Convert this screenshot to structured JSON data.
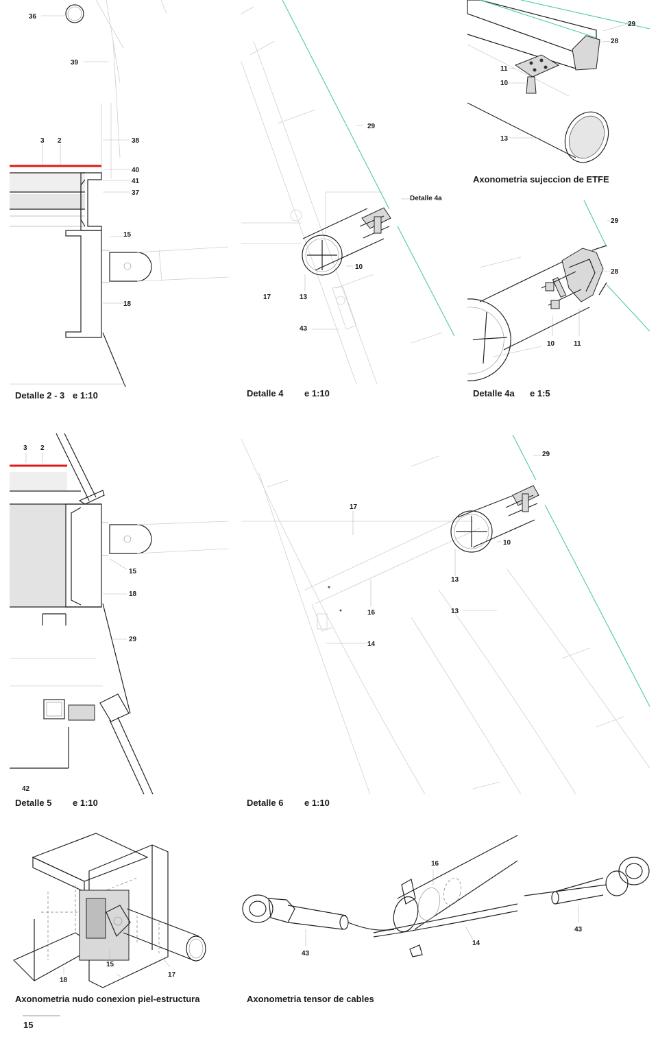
{
  "page_number": "15",
  "panels": {
    "detalle23": {
      "caption": "Detalle 2 - 3",
      "scale": "e 1:10",
      "labels": {
        "l36": "36",
        "l39": "39",
        "l3": "3",
        "l2": "2",
        "l38": "38",
        "l40": "40",
        "l41": "41",
        "l37": "37",
        "l15": "15",
        "l18": "18"
      }
    },
    "detalle4": {
      "caption": "Detalle 4",
      "scale": "e 1:10",
      "labels": {
        "l29": "29",
        "ldet4a": "Detalle 4a",
        "l10": "10",
        "l17": "17",
        "l13": "13",
        "l43": "43"
      }
    },
    "axo_etfe": {
      "caption": "Axonometria sujeccion de ETFE",
      "labels": {
        "l29": "29",
        "l28": "28",
        "l11": "11",
        "l10": "10",
        "l13": "13"
      }
    },
    "detalle4a": {
      "caption": "Detalle 4a",
      "scale": "e 1:5",
      "labels": {
        "l29": "29",
        "l28": "28",
        "l10": "10",
        "l11": "11"
      }
    },
    "detalle5": {
      "caption": "Detalle 5",
      "scale": "e 1:10",
      "labels": {
        "l3": "3",
        "l2": "2",
        "l15": "15",
        "l18": "18",
        "l29": "29",
        "l42": "42"
      }
    },
    "detalle6": {
      "caption": "Detalle 6",
      "scale": "e 1:10",
      "labels": {
        "l29": "29",
        "l17": "17",
        "l10": "10",
        "l13a": "13",
        "l16": "16",
        "l13b": "13",
        "l14": "14"
      }
    },
    "axo_nudo": {
      "caption": "Axonometria nudo conexion  piel-estructura",
      "labels": {
        "l15": "15",
        "l17": "17",
        "l18": "18"
      }
    },
    "axo_tensor": {
      "caption": "Axonometria tensor de cables",
      "labels": {
        "l16": "16",
        "l43a": "43",
        "l14": "14",
        "l43b": "43"
      }
    }
  },
  "colors": {
    "etfe_line": "#4cc9a4",
    "membrane_red": "#e01818",
    "ink": "#1a1a1a"
  }
}
